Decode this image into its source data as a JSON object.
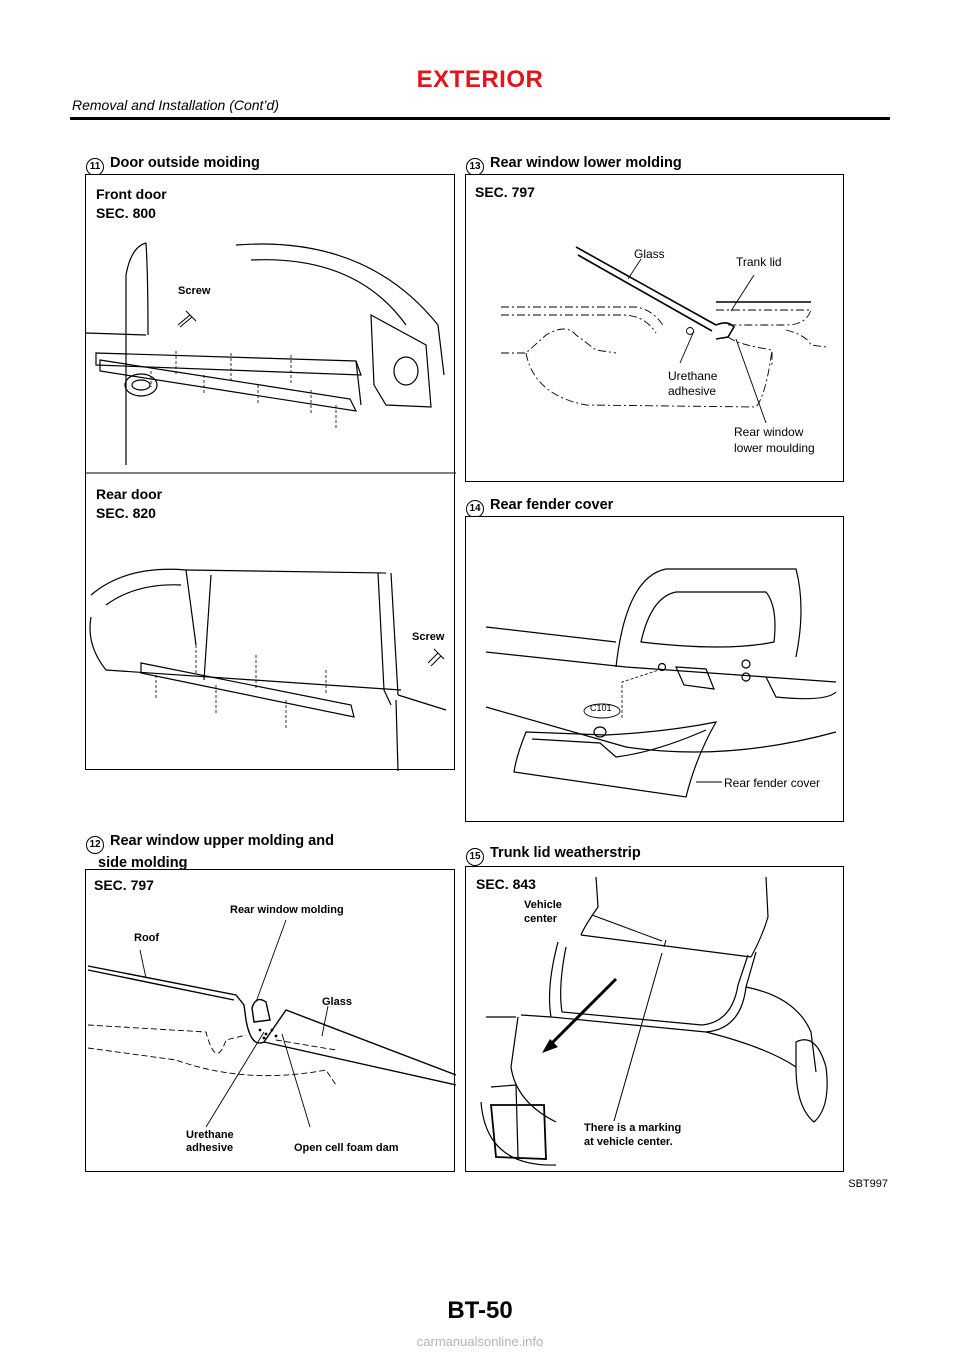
{
  "header": {
    "title": "EXTERIOR",
    "subtitle": "Removal and Installation (Cont’d)"
  },
  "sections": {
    "s11": {
      "number": "11",
      "title": "Door outside moiding",
      "front_title": "Front door",
      "front_sec": "SEC. 800",
      "front_screw": "Screw",
      "rear_title": "Rear door",
      "rear_sec": "SEC. 820",
      "rear_screw": "Screw"
    },
    "s12": {
      "number": "12",
      "title_line1": "Rear window upper molding and",
      "title_line2": "side molding",
      "sec": "SEC. 797",
      "rear_window_molding": "Rear window molding",
      "roof": "Roof",
      "glass": "Glass",
      "urethane_line1": "Urethane",
      "urethane_line2": "adhesive",
      "foam_dam": "Open cell foam dam"
    },
    "s13": {
      "number": "13",
      "title": "Rear window lower molding",
      "sec": "SEC. 797",
      "glass": "Glass",
      "trunk_lid": "Trank lid",
      "urethane_line1": "Urethane",
      "urethane_line2": "adhesive",
      "lower_line1": "Rear window",
      "lower_line2": "lower moulding"
    },
    "s14": {
      "number": "14",
      "title": "Rear fender cover",
      "clip": "C101",
      "cover_label": "Rear fender cover"
    },
    "s15": {
      "number": "15",
      "title": "Trunk lid weatherstrip",
      "sec": "SEC. 843",
      "vehicle_line1": "Vehicle",
      "vehicle_line2": "center",
      "marking_line1": "There is a marking",
      "marking_line2": "at vehicle center."
    }
  },
  "figure_code": "SBT997",
  "page_number": "BT-50",
  "watermark": "carmanualsonline.info"
}
